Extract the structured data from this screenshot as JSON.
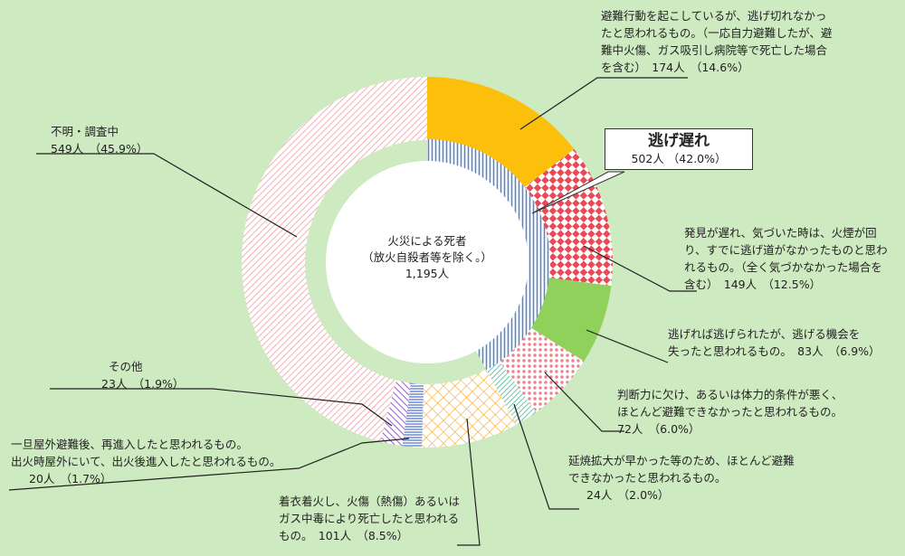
{
  "chart_data": {
    "type": "pie",
    "subtype": "nested-donut",
    "center_text": {
      "line1": "火災による死者",
      "line2": "（放火自殺者等を除く。）",
      "line3": "1,195人"
    },
    "callout": {
      "title": "逃げ遅れ",
      "value": "502人 （42.0%）"
    },
    "outer_ring": [
      {
        "name": "避難行動を起こしているが、逃げ切れなかった",
        "value": 174,
        "percent": 14.6,
        "group": "逃げ遅れ",
        "color": "#fbbf0c"
      },
      {
        "name": "発見が遅れ、逃げ道がなかった",
        "value": 149,
        "percent": 12.5,
        "group": "逃げ遅れ",
        "color": "#e84b57"
      },
      {
        "name": "逃げられたが逃げる機会を失った",
        "value": 83,
        "percent": 6.9,
        "group": "逃げ遅れ",
        "color": "#8fd15a"
      },
      {
        "name": "判断力に欠け、避難できなかった",
        "value": 72,
        "percent": 6.0,
        "group": "逃げ遅れ",
        "color": "#f4aeb4"
      },
      {
        "name": "延焼拡大が早かった",
        "value": 24,
        "percent": 2.0,
        "group": "逃げ遅れ",
        "color": "#3db58c"
      },
      {
        "name": "着衣着火し死亡",
        "value": 101,
        "percent": 8.5,
        "group": "着衣着火",
        "color": "#f5a623"
      },
      {
        "name": "出火時屋外にいて再進入",
        "value": 20,
        "percent": 1.7,
        "group": "再進入",
        "color": "#4a6fc8"
      },
      {
        "name": "その他",
        "value": 23,
        "percent": 1.9,
        "group": "その他",
        "color": "#9a5bd3"
      },
      {
        "name": "不明・調査中",
        "value": 549,
        "percent": 45.9,
        "group": "不明",
        "color": "#f09aa8"
      }
    ],
    "inner_ring": [
      {
        "name": "逃げ遅れ",
        "value": 502,
        "percent": 42.0,
        "color": "#5b85c9"
      }
    ]
  },
  "labels": {
    "l1": {
      "line1": "避難行動を起こしているが、逃げ切れなかっ",
      "line2": "たと思われるもの。（一応自力避難したが、避",
      "line3": "難中火傷、ガス吸引し病院等で死亡した場合",
      "line4": "を含む）　174人　（14.6%）"
    },
    "l2": {
      "line1": "発見が遅れ、気づいた時は、火煙が回",
      "line2": "り、すでに逃げ道がなかったものと思わ",
      "line3": "れるもの。（全く気づかなかった場合を",
      "line4": "含む）　149人　（12.5%）"
    },
    "l3": {
      "line1": "逃げれば逃げられたが、逃げる機会を",
      "line2": "失ったと思われるもの。　83人　（6.9%）"
    },
    "l4": {
      "line1": "判断力に欠け、あるいは体力的条件が悪く、",
      "line2": "ほとんど避難できなかったと思われるもの。",
      "line3": "72人　（6.0%）"
    },
    "l5": {
      "line1": "延焼拡大が早かった等のため、ほとんど避難",
      "line2": "できなかったと思われるもの。",
      "line3": "24人　（2.0%）"
    },
    "l6": {
      "line1": "着衣着火し、火傷（熱傷）あるいは",
      "line2": "ガス中毒により死亡したと思われる",
      "line3": "もの。　101人　（8.5%）"
    },
    "l7": {
      "line1": "一旦屋外避難後、再進入したと思われるもの。",
      "line2": "出火時屋外にいて、出火後進入したと思われるもの。",
      "line3": "20人　（1.7%）"
    },
    "l8": {
      "line1": "その他",
      "line2": "23人　（1.9%）"
    },
    "l9": {
      "line1": "不明・調査中",
      "line2": "549人　（45.9%）"
    }
  }
}
